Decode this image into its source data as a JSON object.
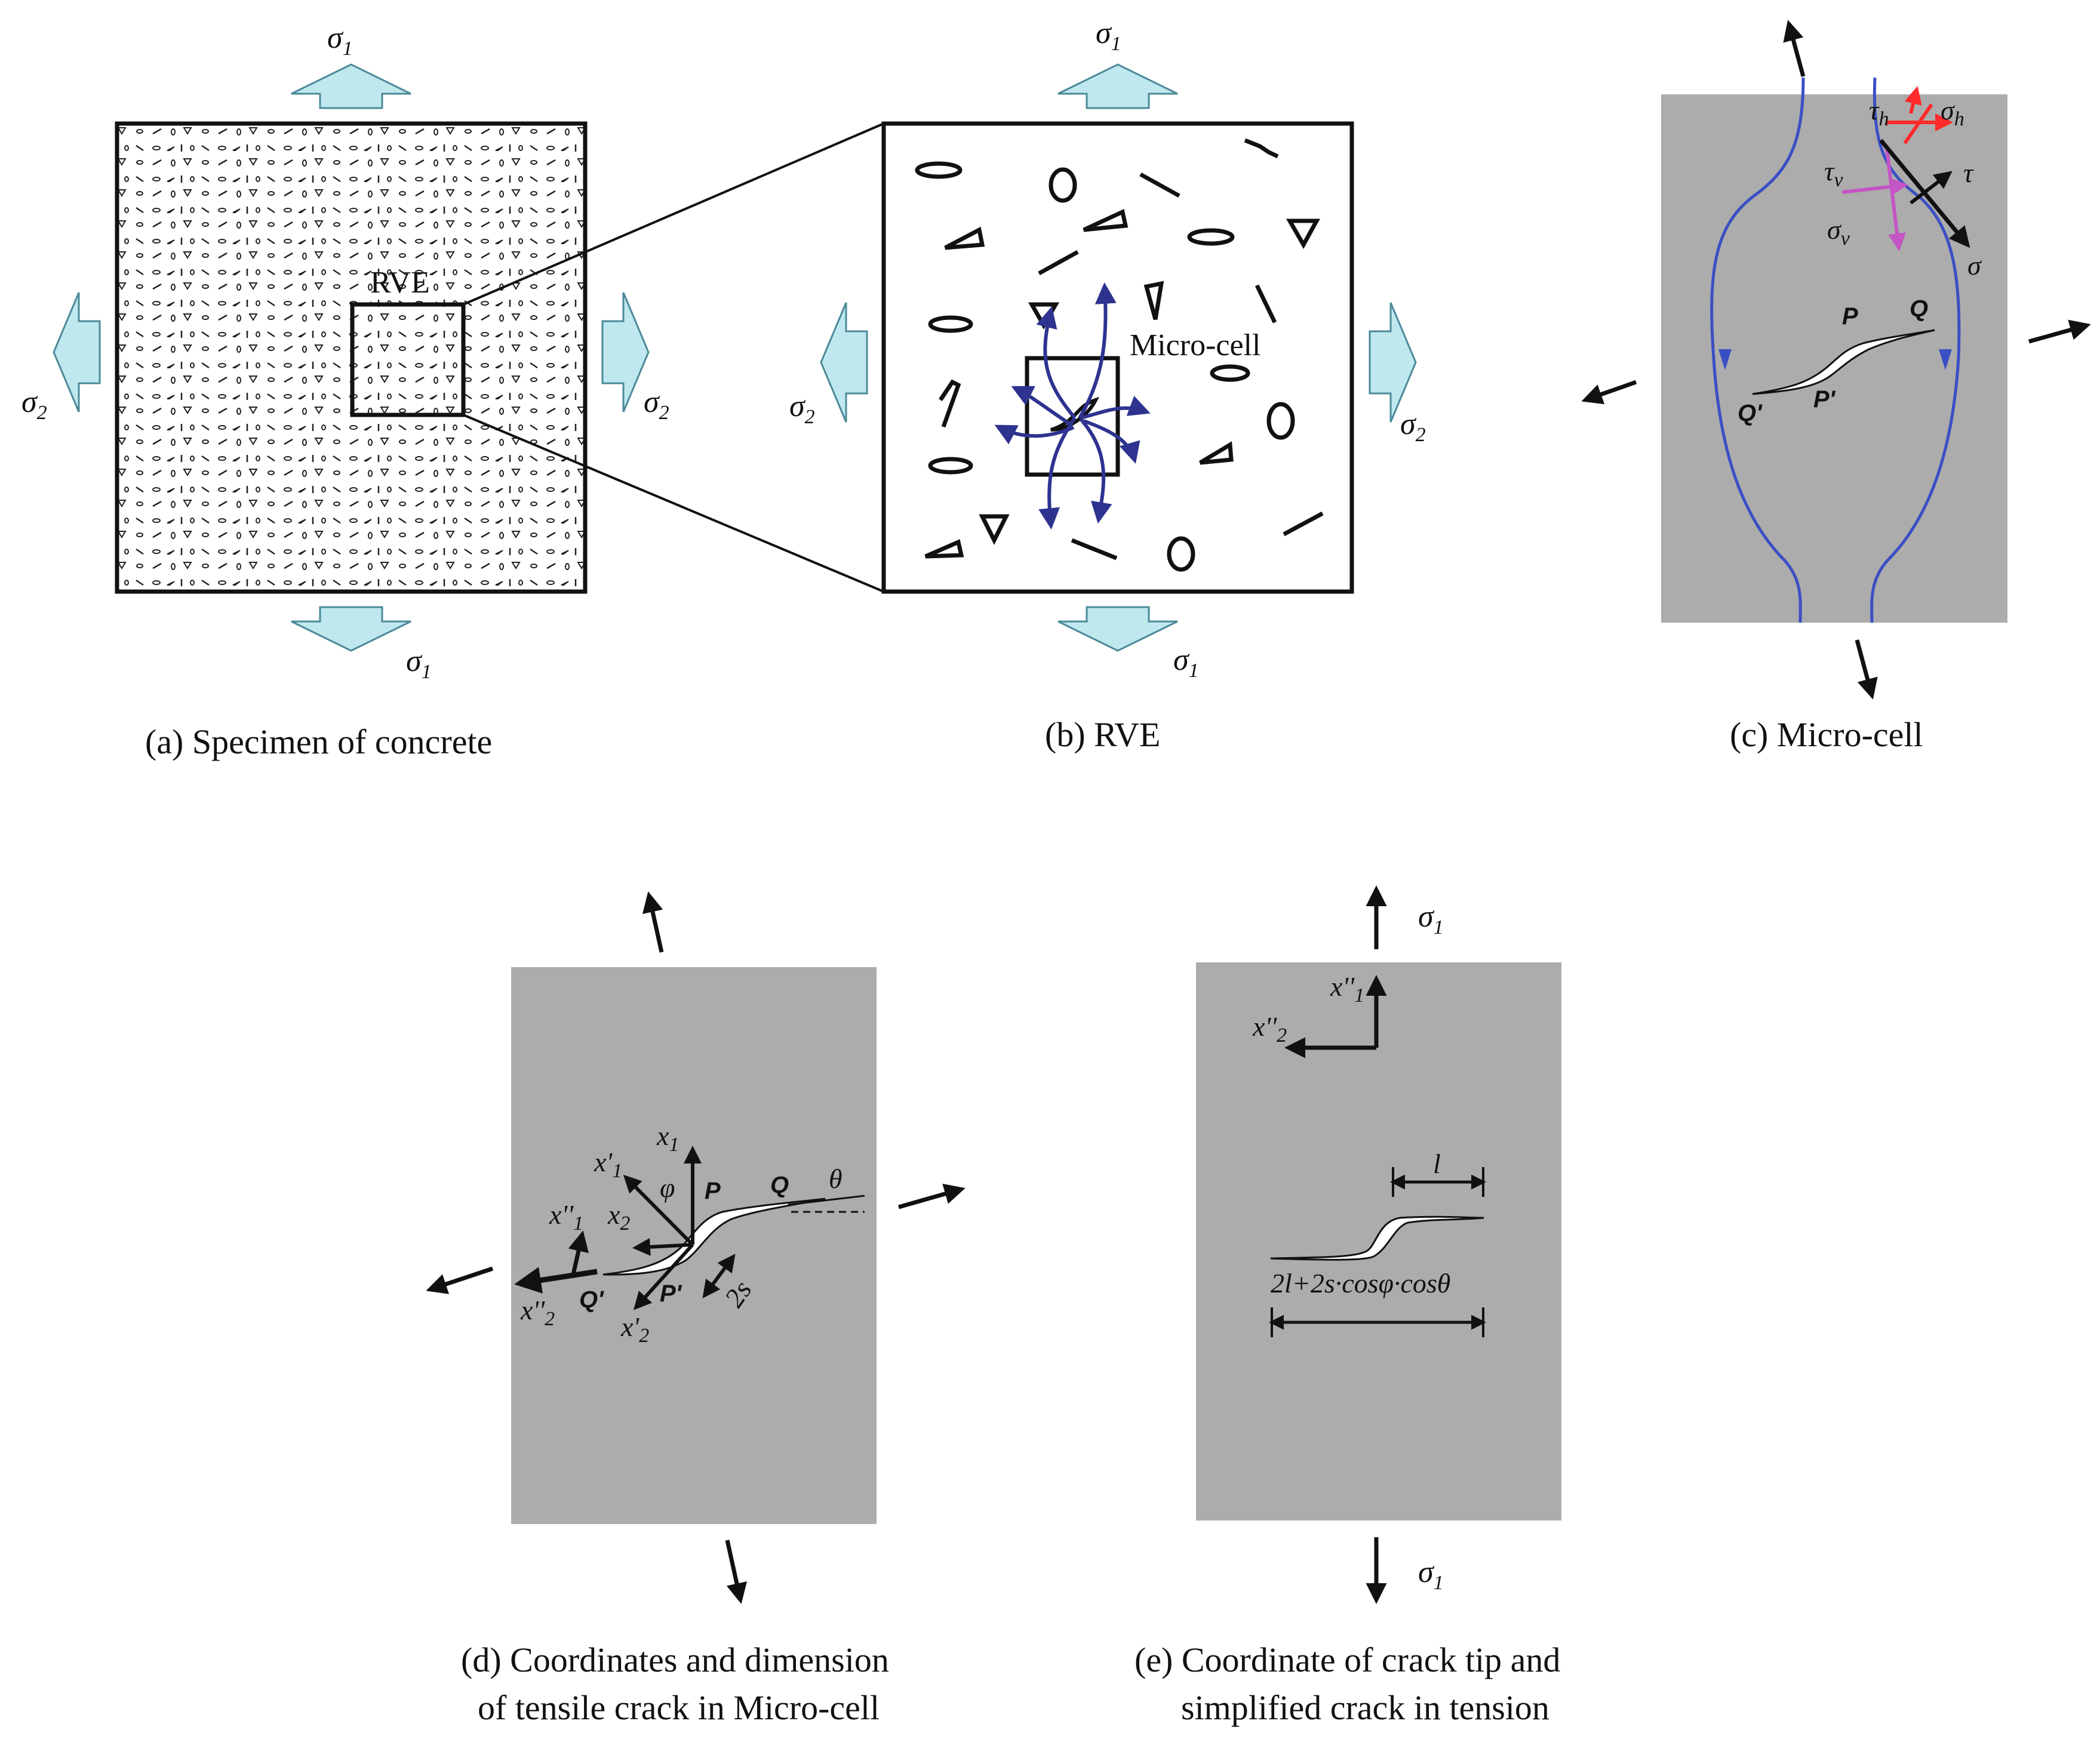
{
  "panels": {
    "a": {
      "caption": "(a) Specimen of concrete",
      "rve_label": "RVE",
      "sigma1_top": {
        "sym": "σ",
        "sub": "1"
      },
      "sigma1_bottom": {
        "sym": "σ",
        "sub": "1"
      },
      "sigma2_left": {
        "sym": "σ",
        "sub": "2"
      },
      "sigma2_right": {
        "sym": "σ",
        "sub": "2"
      }
    },
    "b": {
      "caption": "(b) RVE",
      "microcell_label": "Micro-cell",
      "sigma1_top": {
        "sym": "σ",
        "sub": "1"
      },
      "sigma1_bottom": {
        "sym": "σ",
        "sub": "1"
      },
      "sigma2_left": {
        "sym": "σ",
        "sub": "2"
      },
      "sigma2_right": {
        "sym": "σ",
        "sub": "2"
      }
    },
    "c": {
      "caption": "(c)  Micro-cell",
      "tau_h": {
        "sym": "τ",
        "sub": "h"
      },
      "sigma_h": {
        "sym": "σ",
        "sub": "h"
      },
      "tau_v": {
        "sym": "τ",
        "sub": "v"
      },
      "sigma_v": {
        "sym": "σ",
        "sub": "v"
      },
      "tau": "τ",
      "sigma": "σ",
      "point_p": "P",
      "point_q": "Q",
      "point_p_prime": "P'",
      "point_q_prime": "Q'"
    },
    "d": {
      "caption_line1": "(d) Coordinates and dimension",
      "caption_line2": "of tensile crack in Micro-cell",
      "x1": {
        "sym": "x",
        "sub": "1"
      },
      "x1p": {
        "sym": "x'",
        "sub": "1"
      },
      "x2": {
        "sym": "x",
        "sub": "2"
      },
      "x1pp": {
        "sym": "x''",
        "sub": "1"
      },
      "x2pp": {
        "sym": "x''",
        "sub": "2"
      },
      "x2p": {
        "sym": "x'",
        "sub": "2"
      },
      "phi": "φ",
      "theta": "θ",
      "two_s": "2s",
      "point_p": "P",
      "point_q": "Q",
      "point_p_prime": "P'",
      "point_q_prime": "Q'"
    },
    "e": {
      "caption_line1": "(e) Coordinate of crack tip and",
      "caption_line2": "simplified crack in tension",
      "sigma1_top": {
        "sym": "σ",
        "sub": "1"
      },
      "sigma1_bottom": {
        "sym": "σ",
        "sub": "1"
      },
      "x1pp": {
        "sym": "x''",
        "sub": "1"
      },
      "x2pp": {
        "sym": "x''",
        "sub": "2"
      },
      "l_label": "l",
      "length_formula": "2l+2s·cosφ·cosθ"
    }
  },
  "colors": {
    "load_arrow_fill": "#bfe8ee",
    "load_arrow_stroke": "#4a8a99",
    "cell_gray": "#acacac",
    "flow_blue": "#3b4fc4",
    "rve_arrow_navy": "#2e3390",
    "tau_h_red": "#ff2a2a",
    "tau_v_magenta": "#c455c4"
  }
}
